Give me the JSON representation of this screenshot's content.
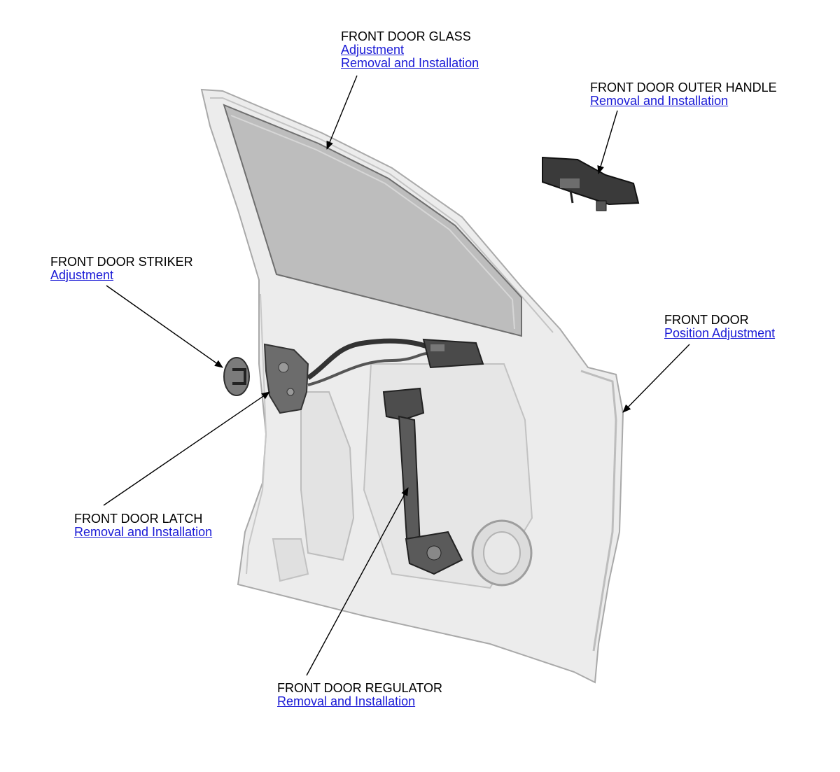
{
  "callouts": {
    "glass": {
      "title": "FRONT DOOR GLASS",
      "links": [
        "Adjustment",
        "Removal and Installation"
      ]
    },
    "outer_handle": {
      "title": "FRONT DOOR OUTER HANDLE",
      "links": [
        "Removal and Installation"
      ]
    },
    "striker": {
      "title": "FRONT DOOR STRIKER",
      "links": [
        "Adjustment"
      ]
    },
    "door": {
      "title": "FRONT DOOR",
      "links": [
        "Position Adjustment"
      ]
    },
    "latch": {
      "title": "FRONT DOOR LATCH",
      "links": [
        "Removal and Installation"
      ]
    },
    "regulator": {
      "title": "FRONT DOOR REGULATOR",
      "links": [
        "Removal and Installation"
      ]
    }
  },
  "colors": {
    "link": "#1a1ad6",
    "label": "#000000",
    "door_body": "#ececec",
    "glass": "#bdbdbd",
    "parts": "#3a3a3a"
  }
}
